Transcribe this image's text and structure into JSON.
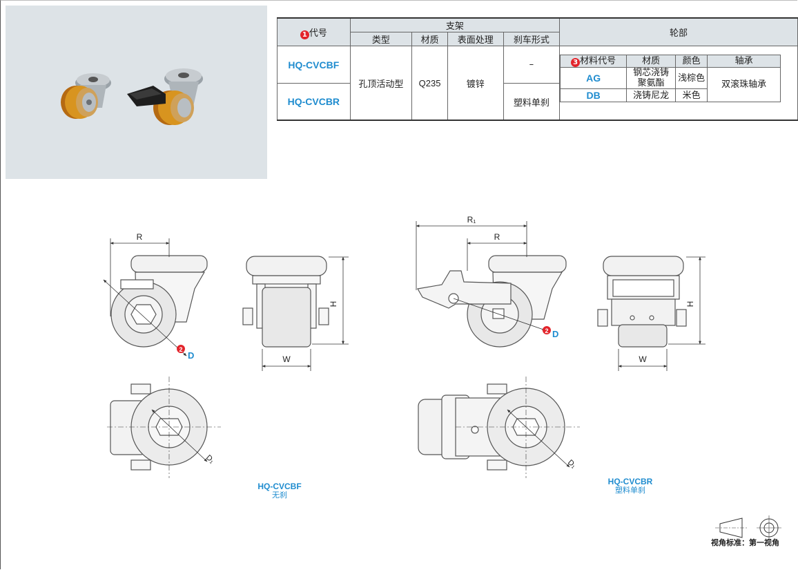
{
  "table": {
    "code_header": "代号",
    "code_header_num": "1",
    "bracket_header": "支架",
    "bracket_cols": [
      "类型",
      "材质",
      "表面处理",
      "刹车形式"
    ],
    "wheel_header": "轮部",
    "rows": [
      {
        "code": "HQ-CVCBF",
        "brake": "–"
      },
      {
        "code": "HQ-CVCBR",
        "brake": "塑料单刹"
      }
    ],
    "bracket_type": "孔顶活动型",
    "bracket_material": "Q235",
    "surface": "镀锌",
    "wheel_cols": [
      "材料代号",
      "材质",
      "颜色",
      "轴承"
    ],
    "wheel_cols_num": "3",
    "wheel_rows": [
      {
        "code": "AG",
        "material_l1": "钢芯浇铸",
        "material_l2": "聚氨酯",
        "color": "浅棕色"
      },
      {
        "code": "DB",
        "material_l1": "浇铸尼龙",
        "material_l2": "",
        "color": "米色"
      }
    ],
    "bearing": "双滚珠轴承"
  },
  "drawing": {
    "dim_R": "R",
    "dim_R1": "R₁",
    "dim_H": "H",
    "dim_W": "W",
    "dim_D": "D",
    "dim_D_num": "2",
    "dim_D1": "D₁"
  },
  "captions": {
    "left_model": "HQ-CVCBF",
    "left_desc": "无刹",
    "right_model": "HQ-CVCBR",
    "right_desc": "塑料单刹"
  },
  "footer": {
    "view_standard": "视角标准：第一视角"
  },
  "colors": {
    "accent_blue": "#1f8ccf",
    "marker_red": "#e3242b",
    "header_bg": "#dde3e7",
    "wheel_tread": "#cd8a2a"
  }
}
